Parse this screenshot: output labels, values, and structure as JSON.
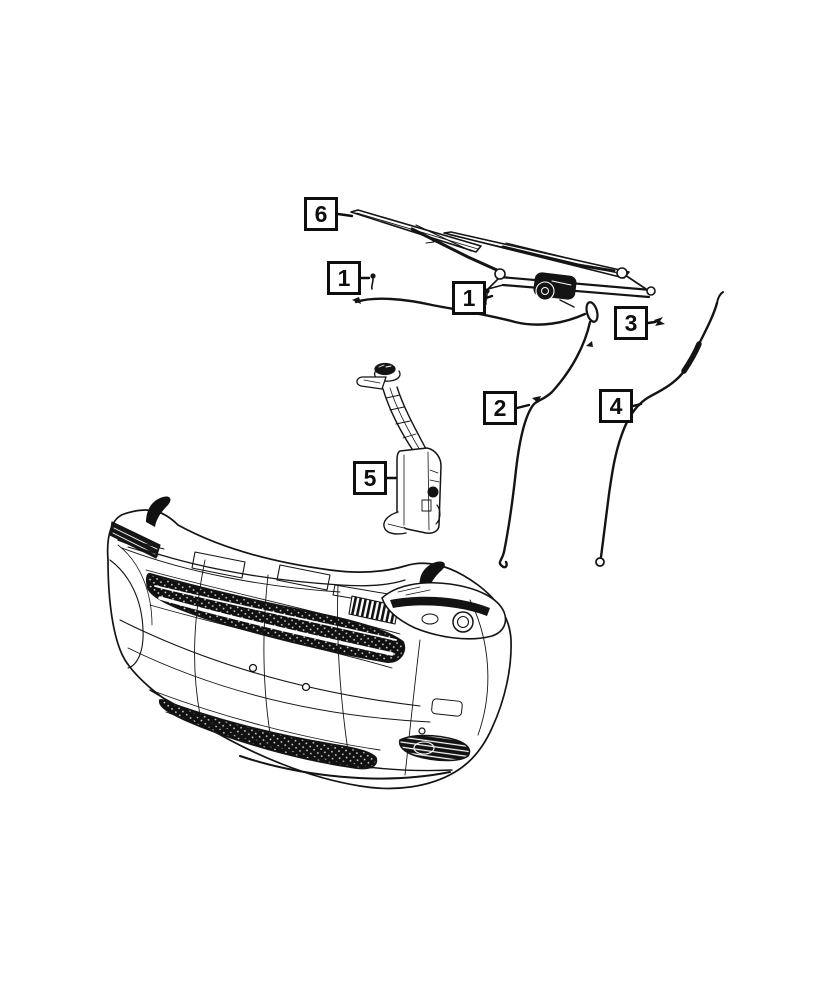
{
  "canvas": {
    "background": "#ffffff",
    "ink": "#141414"
  },
  "callouts": [
    {
      "label": "6"
    },
    {
      "label": "1"
    },
    {
      "label": "1"
    },
    {
      "label": "3"
    },
    {
      "label": "2"
    },
    {
      "label": "4"
    },
    {
      "label": "5"
    }
  ]
}
